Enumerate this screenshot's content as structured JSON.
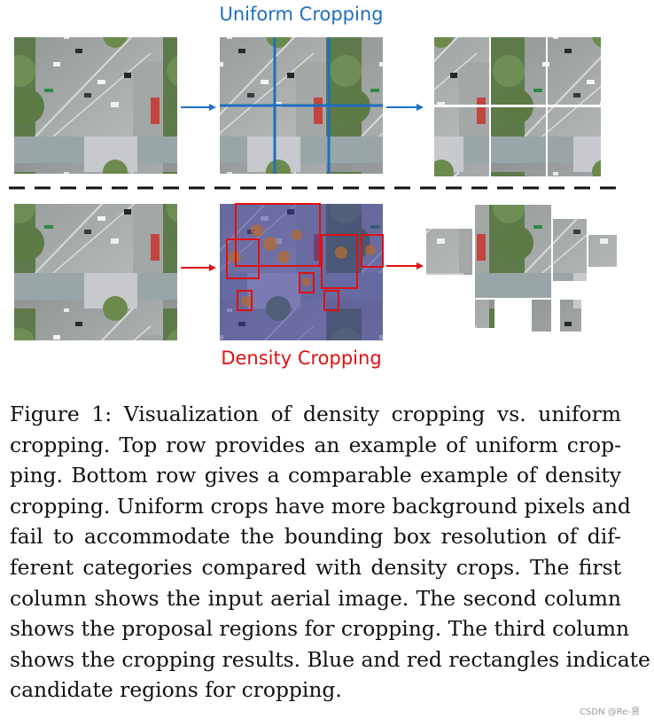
{
  "figure": {
    "label_uniform": "Uniform Cropping",
    "label_density": "Density Cropping",
    "colors": {
      "uniform": "#1f6fbf",
      "density": "#e01010"
    }
  },
  "caption": {
    "lines": [
      "Figure 1: Visualization of density cropping vs.  uniform",
      "cropping. Top row provides an example of uniform crop-",
      "ping. Bottom row gives a comparable example of density",
      "cropping. Uniform crops have more background pixels and",
      "fail to accommodate the bounding box resolution of dif-",
      "ferent categories compared with density crops.  The first",
      "column shows the input aerial image. The second column",
      "shows the proposal regions for cropping. The third column",
      "shows the cropping results. Blue and red rectangles indicate",
      "candidate regions for cropping."
    ]
  },
  "watermark": "CSDN @Re-贤"
}
